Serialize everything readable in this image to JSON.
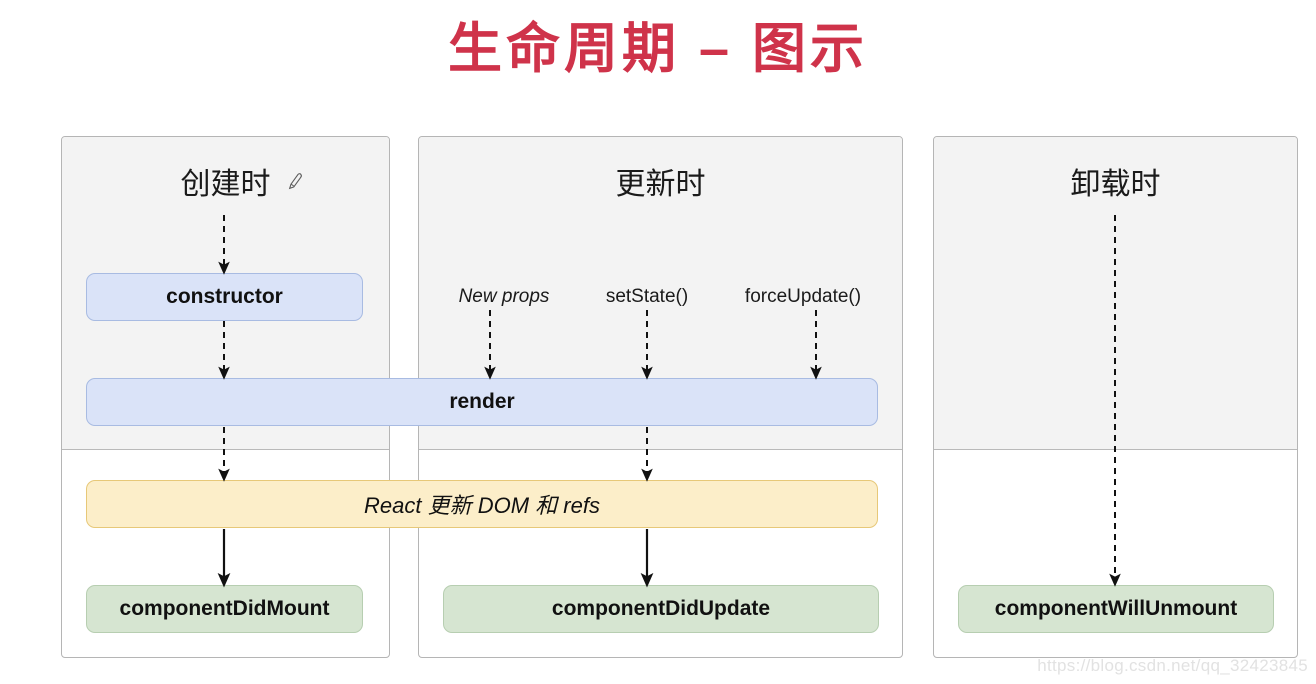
{
  "page": {
    "title": "生命周期 – 图示",
    "title_color": "#cf334a",
    "background": "#ffffff"
  },
  "watermark": {
    "text": "https://blog.csdn.net/qq_32423845"
  },
  "colors": {
    "blue_fill": "#dae3f8",
    "blue_border": "#a8bbe2",
    "yellow_fill": "#fceec9",
    "yellow_border": "#e7c878",
    "green_fill": "#d6e5d1",
    "green_border": "#b7ceb1",
    "panel_border": "#b5b5b5",
    "panel_shade": "#f3f3f3"
  },
  "columns": [
    {
      "id": "mounting",
      "header": "创建时",
      "has_edit_icon": true,
      "edit_icon": "pencil-icon"
    },
    {
      "id": "updating",
      "header": "更新时",
      "has_edit_icon": false,
      "triggers": [
        {
          "label": "New props",
          "italic": true
        },
        {
          "label": "setState()",
          "italic": false
        },
        {
          "label": "forceUpdate()",
          "italic": false
        }
      ]
    },
    {
      "id": "unmounting",
      "header": "卸载时",
      "has_edit_icon": false
    }
  ],
  "boxes": {
    "constructor": {
      "label": "constructor",
      "color": "blue"
    },
    "render": {
      "label": "render",
      "color": "blue"
    },
    "react_dom": {
      "label": "React 更新 DOM 和 refs",
      "color": "yellow"
    },
    "component_did_mount": {
      "label": "componentDidMount",
      "color": "green"
    },
    "component_did_update": {
      "label": "componentDidUpdate",
      "color": "green"
    },
    "component_will_unmount": {
      "label": "componentWillUnmount",
      "color": "green"
    }
  }
}
